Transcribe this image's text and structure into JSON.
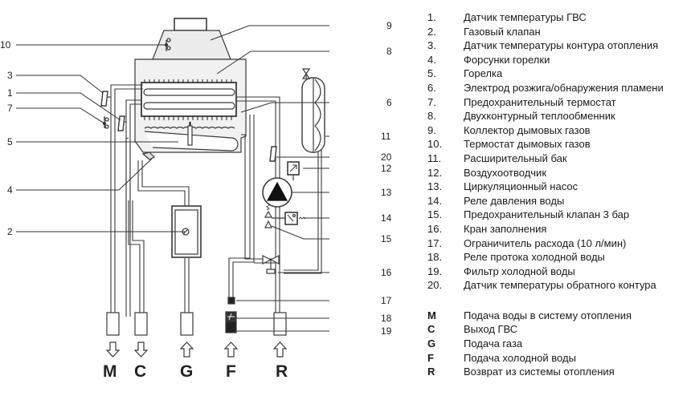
{
  "diagram": {
    "title": "Boiler hydraulic schematic",
    "callouts": [
      {
        "id": "10",
        "target": "flue-gas-thermostat"
      },
      {
        "id": "9",
        "target": "flue-gas-collector"
      },
      {
        "id": "8",
        "target": "double-circuit-heat-exchanger"
      },
      {
        "id": "3",
        "target": "heating-circuit-temperature-sensor"
      },
      {
        "id": "1",
        "target": "dhw-temperature-sensor"
      },
      {
        "id": "7",
        "target": "safety-thermostat"
      },
      {
        "id": "6",
        "target": "ignition-electrode"
      },
      {
        "id": "5",
        "target": "burner"
      },
      {
        "id": "11",
        "target": "expansion-tank"
      },
      {
        "id": "20",
        "target": "return-temperature-sensor"
      },
      {
        "id": "12",
        "target": "air-vent"
      },
      {
        "id": "4",
        "target": "burner-nozzles"
      },
      {
        "id": "13",
        "target": "circulation-pump"
      },
      {
        "id": "2",
        "target": "gas-valve"
      },
      {
        "id": "14",
        "target": "water-pressure-switch"
      },
      {
        "id": "15",
        "target": "safety-valve"
      },
      {
        "id": "16",
        "target": "filling-tap"
      },
      {
        "id": "17",
        "target": "flow-limiter"
      },
      {
        "id": "18",
        "target": "cold-water-flow-switch"
      },
      {
        "id": "19",
        "target": "cold-water-filter"
      }
    ],
    "ports": [
      {
        "letter": "M",
        "direction": "out"
      },
      {
        "letter": "C",
        "direction": "out"
      },
      {
        "letter": "G",
        "direction": "in"
      },
      {
        "letter": "F",
        "direction": "in"
      },
      {
        "letter": "R",
        "direction": "in"
      }
    ],
    "colors": {
      "line": "#3a3a3a",
      "pipe_fill": "#ffffff",
      "housing_fill": "#e9e9e9",
      "pump_triangle": "#111111"
    }
  },
  "legend": {
    "components": [
      {
        "key": "1.",
        "text": "Датчик температуры ГВС"
      },
      {
        "key": "2.",
        "text": "Газовый клапан"
      },
      {
        "key": "3.",
        "text": "Датчик температуры контура отопления"
      },
      {
        "key": "4.",
        "text": "Форсунки горелки"
      },
      {
        "key": "5.",
        "text": "Горелка"
      },
      {
        "key": "6.",
        "text": "Электрод розжига/обнаружения пламени"
      },
      {
        "key": "7.",
        "text": "Предохранительный термостат"
      },
      {
        "key": "8.",
        "text": "Двухконтурный теплообменник"
      },
      {
        "key": "9.",
        "text": "Коллектор дымовых газов"
      },
      {
        "key": "10.",
        "text": "Термостат дымовых газов"
      },
      {
        "key": "11.",
        "text": "Расширительный бак"
      },
      {
        "key": "12.",
        "text": "Воздухоотводчик"
      },
      {
        "key": "13.",
        "text": "Циркуляционный насос"
      },
      {
        "key": "14.",
        "text": "Реле давления воды"
      },
      {
        "key": "15.",
        "text": "Предохранительный клапан 3 бар"
      },
      {
        "key": "16.",
        "text": "Кран заполнения"
      },
      {
        "key": "17.",
        "text": "Ограничитель расхода (10 л/мин)"
      },
      {
        "key": "18.",
        "text": "Реле протока холодной воды"
      },
      {
        "key": "19.",
        "text": "Фильтр холодной воды"
      },
      {
        "key": "20.",
        "text": "Датчик температуры обратного контура"
      }
    ],
    "connections": [
      {
        "key": "M",
        "text": "Подача воды в систему отопления"
      },
      {
        "key": "C",
        "text": "Выход ГВС"
      },
      {
        "key": "G",
        "text": "Подача газа"
      },
      {
        "key": "F",
        "text": "Подача холодной воды"
      },
      {
        "key": "R",
        "text": "Возврат из системы отопления"
      }
    ]
  }
}
